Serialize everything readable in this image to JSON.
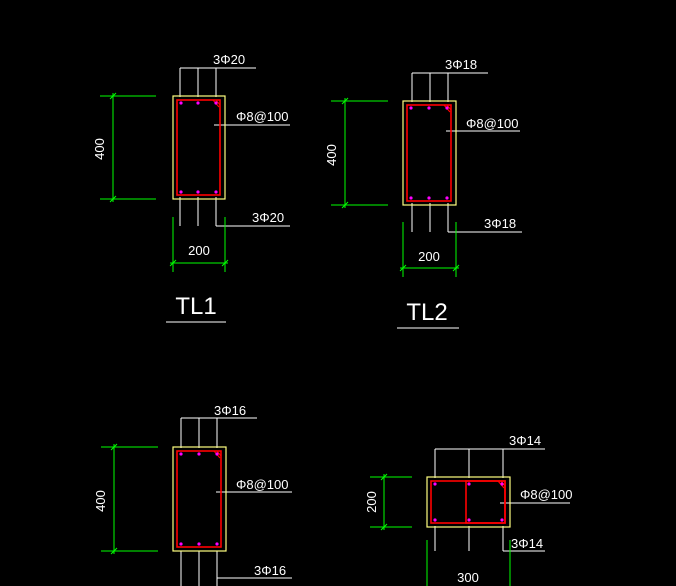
{
  "drawing": {
    "colors": {
      "background": "#000000",
      "dimension": "#00ff00",
      "section_outline": "#ffff80",
      "stirrup": "#ff0000",
      "bar_dots": "#ff00ff",
      "leader": "#ffffff",
      "text": "#ffffff"
    },
    "sections": [
      {
        "name": "TL1",
        "top_bars": "3Φ20",
        "stirrup": "Φ8@100",
        "bottom_bars": "3Φ20",
        "width": "200",
        "height": "400"
      },
      {
        "name": "TL2",
        "top_bars": "3Φ18",
        "stirrup": "Φ8@100",
        "bottom_bars": "3Φ18",
        "width": "200",
        "height": "400"
      },
      {
        "name": "",
        "top_bars": "3Φ16",
        "stirrup": "Φ8@100",
        "bottom_bars": "3Φ16",
        "height": "400"
      },
      {
        "name": "",
        "top_bars": "3Φ14",
        "stirrup": "Φ8@100",
        "bottom_bars": "3Φ14",
        "width": "300",
        "height": "200"
      }
    ]
  }
}
